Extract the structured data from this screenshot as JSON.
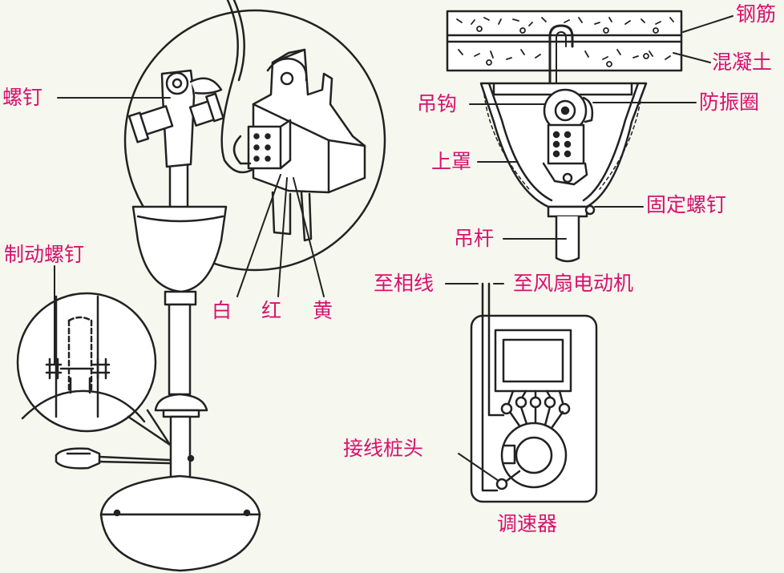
{
  "colors": {
    "label": "#d6126e",
    "line": "#222222",
    "background": "#f6f7ee"
  },
  "labels": {
    "screw": "螺钉",
    "brake_screw": "制动螺钉",
    "white": "白",
    "red": "红",
    "yellow": "黄",
    "rebar": "钢筋",
    "concrete": "混凝土",
    "hook": "吊钩",
    "anti_vibration_ring": "防振圈",
    "upper_cover": "上罩",
    "fixing_screw": "固定螺钉",
    "down_rod": "吊杆",
    "to_phase_line": "至相线",
    "to_fan_motor": "至风扇电动机",
    "terminal_post": "接线桩头",
    "speed_regulator": "调速器"
  }
}
